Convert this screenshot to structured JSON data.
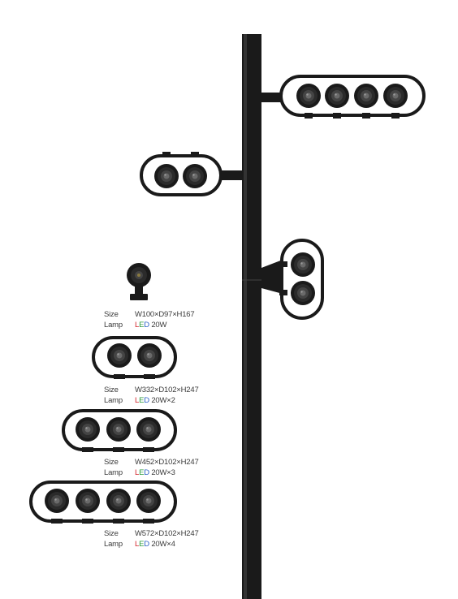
{
  "colors": {
    "fixture": "#1a1a1a",
    "lens": "#5a5a5a",
    "text": "#3a3a3a",
    "led_l": "#d2242a",
    "led_e": "#2a9a3c",
    "led_d": "#2a5fc7"
  },
  "specs": [
    {
      "size_label": "Size",
      "size": "W100×D97×H167",
      "lamp_label": "Lamp",
      "led_l": "L",
      "led_e": "E",
      "led_d": "D",
      "power": " 20W"
    },
    {
      "size_label": "Size",
      "size": "W332×D102×H247",
      "lamp_label": "Lamp",
      "led_l": "L",
      "led_e": "E",
      "led_d": "D",
      "power": " 20W×2"
    },
    {
      "size_label": "Size",
      "size": "W452×D102×H247",
      "lamp_label": "Lamp",
      "led_l": "L",
      "led_e": "E",
      "led_d": "D",
      "power": " 20W×3"
    },
    {
      "size_label": "Size",
      "size": "W572×D102×H247",
      "lamp_label": "Lamp",
      "led_l": "L",
      "led_e": "E",
      "led_d": "D",
      "power": " 20W×4"
    }
  ]
}
